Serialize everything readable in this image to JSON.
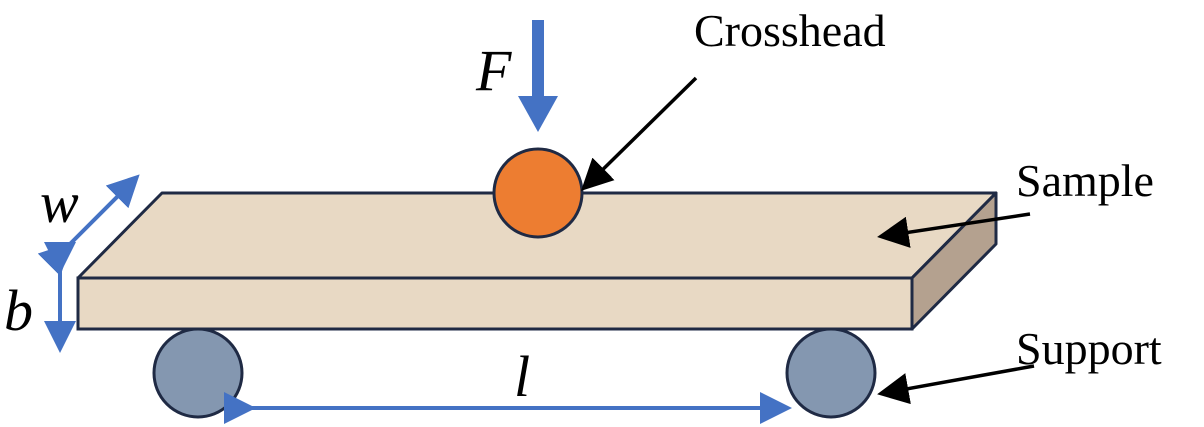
{
  "labels": {
    "crosshead": "Crosshead",
    "sample": "Sample",
    "support": "Support"
  },
  "variables": {
    "force": "F",
    "width": "w",
    "thickness": "b",
    "span": "l"
  },
  "colors": {
    "arrow_blue": "#4472C4",
    "crosshead_fill": "#ED7D31",
    "support_fill": "#8497B0",
    "outline": "#1F2A44",
    "sample_top": "#E8D9C4",
    "sample_front": "#E8D9C4",
    "sample_side": "#B4A18F",
    "pointer": "#000000"
  }
}
